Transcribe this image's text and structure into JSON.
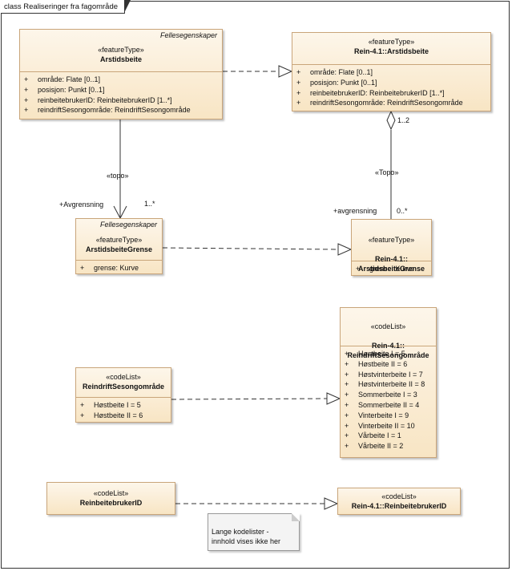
{
  "diagram": {
    "title": "class Realiseringer fra fagområde",
    "classes": [
      {
        "id": "c1",
        "package": "Fellesegenskaper",
        "stereotype": "«featureType»",
        "name": "Arstidsbeite",
        "attributes": [
          "område: Flate [0..1]",
          "posisjon: Punkt [0..1]",
          "reinbeitebrukerID: ReinbeitebrukerID [1..*]",
          "reindriftSesongområde: ReindriftSesongområde"
        ]
      },
      {
        "id": "c2",
        "package": "",
        "stereotype": "«featureType»",
        "name": "Rein-4.1::Arstidsbeite",
        "attributes": [
          "område: Flate [0..1]",
          "posisjon: Punkt [0..1]",
          "reinbeitebrukerID: ReinbeitebrukerID [1..*]",
          "reindriftSesongområde: ReindriftSesongområde"
        ]
      },
      {
        "id": "c3",
        "package": "Fellesegenskaper",
        "stereotype": "«featureType»",
        "name": "ArstidsbeiteGrense",
        "attributes": [
          "grense: Kurve"
        ]
      },
      {
        "id": "c4",
        "package": "",
        "stereotype": "«featureType»",
        "name": "Rein-4.1::\nArstidsbeiteGrense",
        "attributes": [
          "grense: Kurve"
        ]
      },
      {
        "id": "c5",
        "package": "",
        "stereotype": "«codeList»",
        "name": "Rein-4.1::\nReindriftSesongområde",
        "attributes": [
          "Høstbeite I = 5",
          "Høstbeite II = 6",
          "Høstvinterbeite I = 7",
          "Høstvinterbeite II = 8",
          "Sommerbeite I = 3",
          "Sommerbeite II = 4",
          "Vinterbeite I = 9",
          "Vinterbeite II = 10",
          "Vårbeite I = 1",
          "Vårbeite II = 2"
        ]
      },
      {
        "id": "c6",
        "package": "",
        "stereotype": "«codeList»",
        "name": "ReindriftSesongområde",
        "attributes": [
          "Høstbeite I = 5",
          "Høstbeite II = 6"
        ]
      },
      {
        "id": "c7",
        "package": "",
        "stereotype": "«codeList»",
        "name": "ReinbeitebrukerID",
        "attributes": []
      },
      {
        "id": "c8",
        "package": "",
        "stereotype": "«codeList»",
        "name": "Rein-4.1::ReinbeitebrukerID",
        "attributes": []
      }
    ],
    "edge_labels": {
      "topo_left": "«topo»",
      "role_left": "+Avgrensning",
      "mult_left": "1..*",
      "topo_right": "«Topo»",
      "role_right": "+avgrensning",
      "mult_right_bottom": "0..*",
      "mult_right_top": "1..2"
    },
    "note": "Lange kodelister -\ninnhold vises ikke her",
    "colors": {
      "box_border": "#c9a57a",
      "box_top": "#fdf6ea",
      "box_bottom": "#f8e5c4",
      "line": "#333333"
    }
  }
}
